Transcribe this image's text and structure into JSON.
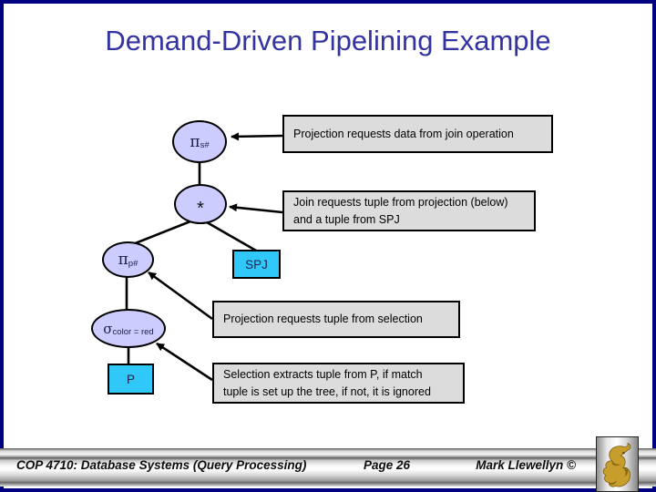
{
  "title": "Demand-Driven Pipelining Example",
  "diagram": {
    "nodes": {
      "projection_s": {
        "symbol": "π",
        "subscript": "s#"
      },
      "join": {
        "symbol": "*"
      },
      "projection_p": {
        "symbol": "π",
        "subscript": "p#"
      },
      "selection": {
        "symbol": "σ",
        "subscript": "color = red"
      },
      "spj": {
        "label": "SPJ"
      },
      "p": {
        "label": "P"
      }
    },
    "callouts": [
      {
        "text": "Projection requests data from join operation"
      },
      {
        "text": "Join requests tuple from projection (below)\nand a tuple from SPJ"
      },
      {
        "text": "Projection requests tuple from selection"
      },
      {
        "text": "Selection extracts tuple from P, if match\ntuple is set up the tree, if not, it is ignored"
      }
    ]
  },
  "footer": {
    "course": "COP 4710: Database Systems (Query Processing)",
    "page": "Page 26",
    "author": "Mark Llewellyn ©"
  },
  "colors": {
    "slide_border": "#000080",
    "title_text": "#3333a3",
    "operator_node_fill": "#ccccfe",
    "relation_node_fill": "#2fc8f8",
    "callout_fill": "#dcdcdc",
    "logo_gold": "#c79d2c"
  }
}
